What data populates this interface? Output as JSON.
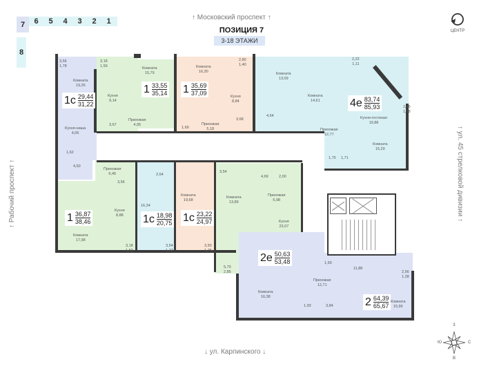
{
  "header": {
    "position_title": "ПОЗИЦИЯ 7",
    "floors_badge": "3-18 ЭТАЖИ",
    "center_label": "ЦЕНТР"
  },
  "sections": {
    "top_row": [
      "6",
      "5",
      "4",
      "3",
      "2",
      "1"
    ],
    "active": "7",
    "side": "8"
  },
  "streets": {
    "top": "↑ Московский проспект ↑",
    "left": "↑ Рабочий проспект ↑",
    "right": "↑ ул. 45 стрелковой дивизии ↑",
    "bottom": "↓ ул. Карпинского ↓"
  },
  "compass": {
    "n": "З",
    "s": "В",
    "w": "Ю",
    "e": "С"
  },
  "colors": {
    "violet": "#dde3f5",
    "green": "#dff2d8",
    "peach": "#fbe5d6",
    "cyan": "#d8f0f4",
    "wall": "#3a3a3a",
    "section_active": "#dde3f5",
    "section_bg": "#dff4f6"
  },
  "apartments": [
    {
      "type": "1с",
      "area": "29,44",
      "total": "31,22",
      "color": "violet",
      "rooms": [
        {
          "name": "Комната",
          "area": "19,26"
        },
        {
          "name": "Кухня-ниша",
          "area": "4,06"
        },
        {
          "name": "",
          "area": "1,62"
        },
        {
          "name": "",
          "area": "4,50"
        }
      ],
      "balcony": {
        "full": "3,56",
        "reduced": "1,78"
      }
    },
    {
      "type": "1",
      "area": "33,55",
      "total": "35,14",
      "color": "green",
      "rooms": [
        {
          "name": "Комната",
          "area": "15,79"
        },
        {
          "name": "Кухня",
          "area": "9,14"
        },
        {
          "name": "",
          "area": "3,67"
        },
        {
          "name": "Прихожая",
          "area": "4,95"
        }
      ],
      "balcony": {
        "full": "3,18",
        "reduced": "1,59"
      }
    },
    {
      "type": "1",
      "area": "35,69",
      "total": "37,09",
      "color": "peach",
      "rooms": [
        {
          "name": "Комната",
          "area": "16,30"
        },
        {
          "name": "Кухня",
          "area": "8,84"
        },
        {
          "name": "",
          "area": "3,68"
        },
        {
          "name": "Прихожая",
          "area": "5,18"
        },
        {
          "name": "",
          "area": "1,69"
        }
      ],
      "balcony": {
        "full": "2,80",
        "reduced": "1,40"
      }
    },
    {
      "type": "4е",
      "area": "83,74",
      "total": "85,93",
      "color": "cyan",
      "rooms": [
        {
          "name": "Комната",
          "area": "13,09"
        },
        {
          "name": "",
          "area": "4,64"
        },
        {
          "name": "Комната",
          "area": "14,61"
        },
        {
          "name": "Кухня-гостиная",
          "area": "19,88"
        },
        {
          "name": "Прихожая",
          "area": "12,77"
        },
        {
          "name": "Комната",
          "area": "15,29"
        },
        {
          "name": "",
          "area": "1,75"
        },
        {
          "name": "",
          "area": "1,71"
        }
      ],
      "balconies": [
        {
          "full": "2,22",
          "reduced": "1,11"
        },
        {
          "full": "2,16",
          "reduced": "1,08"
        }
      ]
    },
    {
      "type": "1",
      "area": "36,87",
      "total": "38,46",
      "color": "green",
      "rooms": [
        {
          "name": "Прихожая",
          "area": "6,45"
        },
        {
          "name": "",
          "area": "3,56"
        },
        {
          "name": "Кухня",
          "area": "8,88"
        },
        {
          "name": "Комната",
          "area": "17,98"
        }
      ],
      "balcony": {
        "full": "3,18",
        "reduced": "1,59"
      }
    },
    {
      "type": "1с",
      "area": "18,98",
      "total": "20,75",
      "color": "cyan",
      "rooms": [
        {
          "name": "",
          "area": "2,64"
        },
        {
          "name": "Комната",
          "area": "16,34"
        }
      ],
      "balcony": {
        "full": "3,54",
        "reduced": "1,77"
      }
    },
    {
      "type": "1с",
      "area": "23,22",
      "total": "24,97",
      "color": "peach",
      "rooms": [
        {
          "name": "",
          "area": "3,54"
        },
        {
          "name": "Комната",
          "area": "19,68"
        }
      ],
      "balcony": {
        "full": "3,50",
        "reduced": "1,75"
      }
    },
    {
      "type": "2е",
      "area": "50,63",
      "total": "53,48",
      "color": "green",
      "rooms": [
        {
          "name": "",
          "area": "4,69"
        },
        {
          "name": "",
          "area": "2,00"
        },
        {
          "name": "Комната",
          "area": "13,89"
        },
        {
          "name": "Прихожая",
          "area": "6,98"
        },
        {
          "name": "Кухня",
          "area": "23,07"
        }
      ],
      "balcony": {
        "full": "5,70",
        "reduced": "2,85"
      }
    },
    {
      "type": "2",
      "area": "64,39",
      "total": "65,67",
      "color": "violet",
      "rooms": [
        {
          "name": "",
          "area": "1,69"
        },
        {
          "name": "",
          "area": "11,88"
        },
        {
          "name": "Прихожая",
          "area": "12,71"
        },
        {
          "name": "Комната",
          "area": "16,38"
        },
        {
          "name": "",
          "area": "1,93"
        },
        {
          "name": "",
          "area": "3,84"
        },
        {
          "name": "Комната",
          "area": "15,96"
        }
      ],
      "balcony": {
        "full": "2,56",
        "reduced": "1,28"
      }
    }
  ]
}
